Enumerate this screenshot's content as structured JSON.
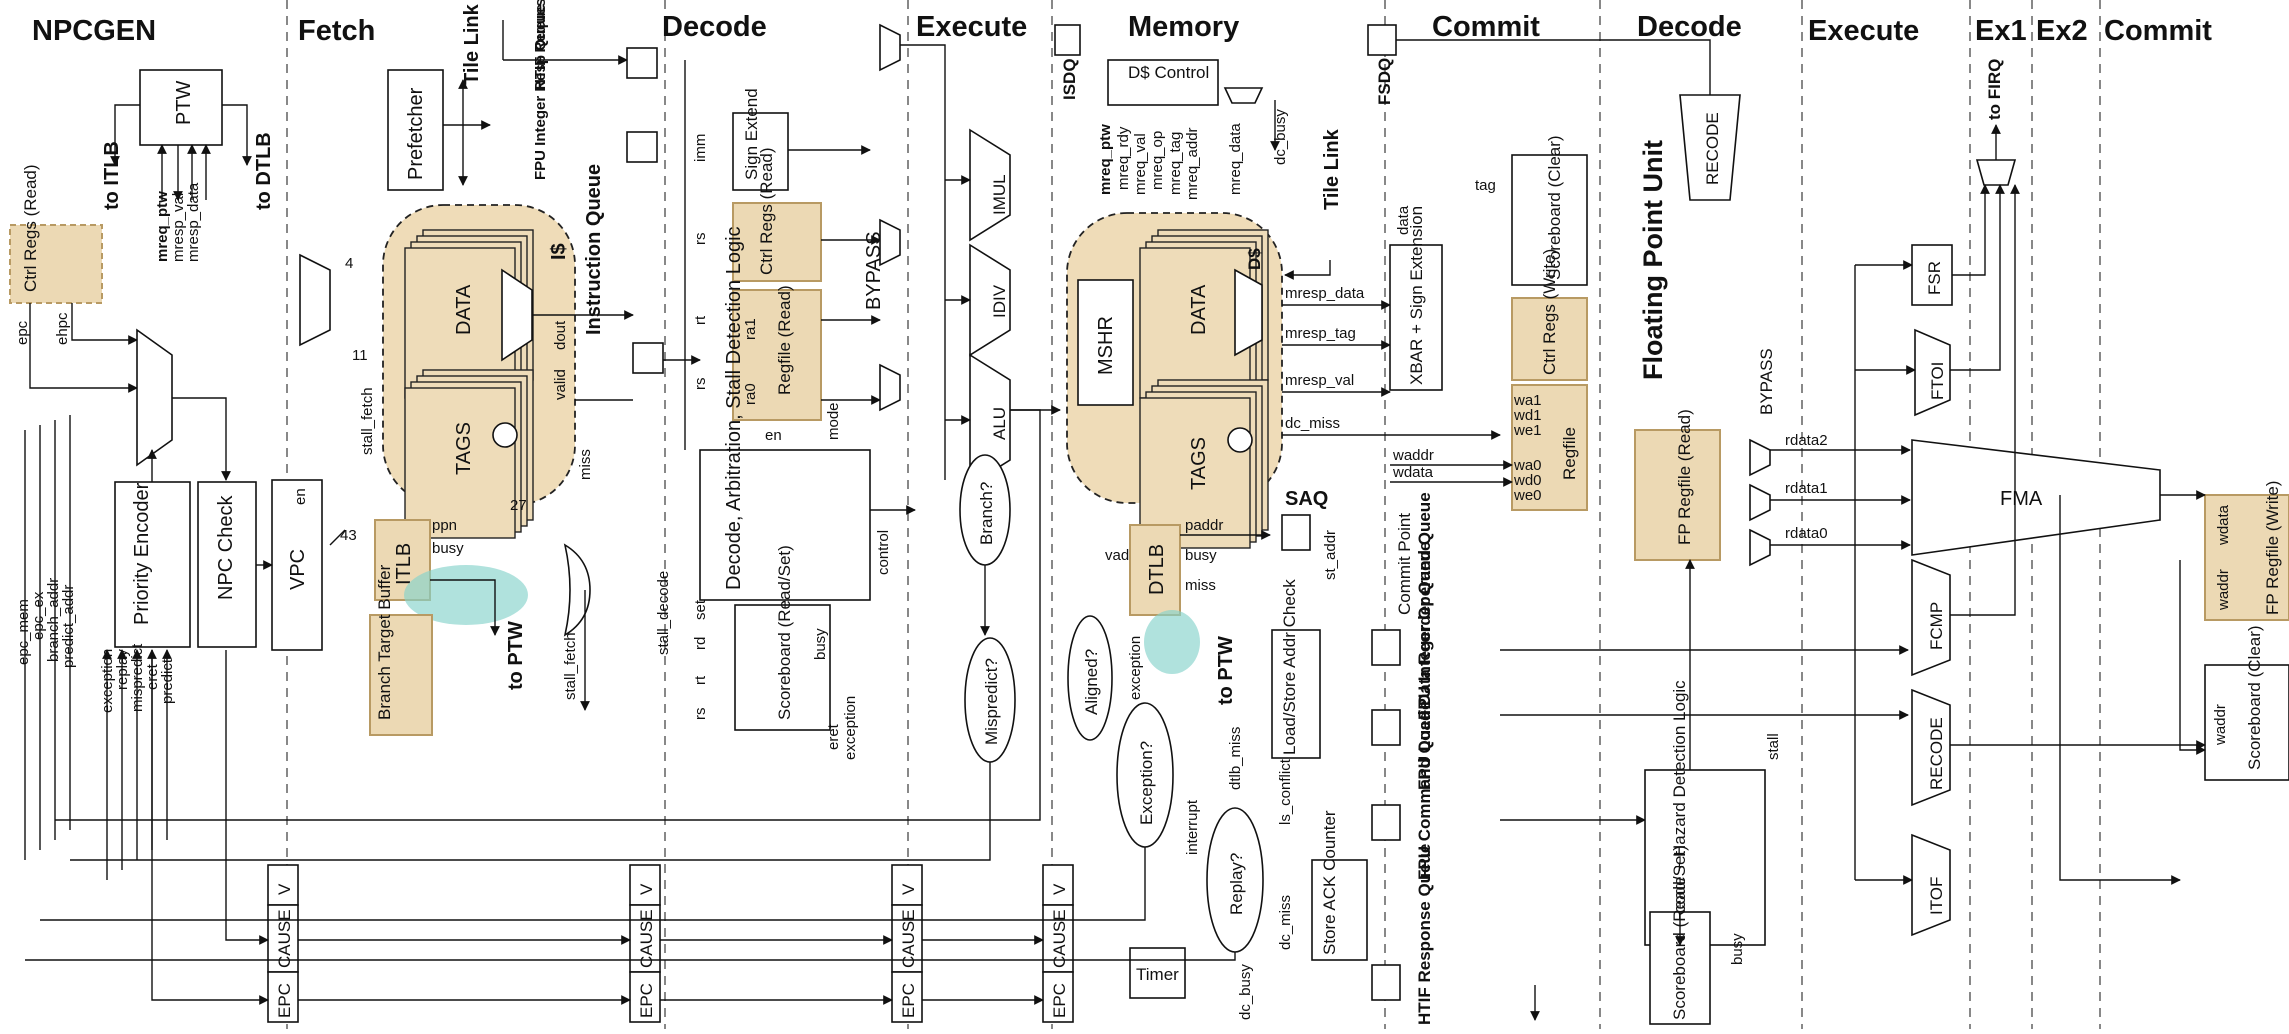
{
  "stages": [
    "NPCGEN",
    "Fetch",
    "Decode",
    "Execute",
    "Memory",
    "Commit",
    "Decode",
    "Execute",
    "Ex1",
    "Ex2",
    "Commit"
  ],
  "units": {
    "ptw": "PTW",
    "to_itlb": "to ITLB",
    "to_dtlb": "to DTLB",
    "mreq_ptw": "mreq_ptw",
    "mresp_val": "mresp_val",
    "mresp_data": "mresp_data",
    "ctrl_regs_read": "Ctrl Regs (Read)",
    "epc": "epc",
    "ehpc": "ehpc",
    "priority_encoder": "Priority Encoder",
    "npc_check": "NPC Check",
    "vpc": "VPC",
    "en": "en",
    "epc_mem": "epc_mem",
    "epc_ex": "epc_ex",
    "branch_addr": "branch_addr",
    "predict_addr": "predict_addr",
    "exception": "exception",
    "replay": "replay",
    "mispredict": "mispredict",
    "eret": "eret",
    "predict": "predict",
    "prefetcher": "Prefetcher",
    "tile_link": "Tile Link",
    "plus4": "4",
    "n11": "11",
    "n43": "43",
    "n27": "27",
    "data": "DATA",
    "tags": "TAGS",
    "icache": "I$",
    "stall_fetch": "stall_fetch",
    "valid": "valid",
    "dout": "dout",
    "miss": "miss",
    "itlb": "ITLB",
    "ppn": "ppn",
    "busy": "busy",
    "to_ptw": "to PTW",
    "btb": "Branch Target Buffer",
    "htif_req": "HTIF Request Queue",
    "fpu_int_resp": "FPU Integer Resp Queue",
    "instr_queue": "Instruction Queue",
    "imm": "imm",
    "rs": "rs",
    "rt": "rt",
    "ra1": "ra1",
    "ra0": "ra0",
    "sign_extend": "Sign Extend",
    "ctrl_regs_read2": "Ctrl Regs (Read)",
    "regfile_read": "Regfile (Read)",
    "mode": "mode",
    "decode_logic": "Decode, Arbitration, Stall Detection Logic",
    "control": "control",
    "stall_decode": "stall_decode",
    "scoreboard_rs": "Scoreboard (Read/Set)",
    "rd": "rd",
    "set": "set",
    "bypass": "BYPASS",
    "imul": "IMUL",
    "idiv": "IDIV",
    "alu": "ALU",
    "branch_q": "Branch?",
    "mispredict_q": "Mispredict?",
    "isdq": "ISDQ",
    "dcache_control": "D$ Control",
    "dc_busy": "dc_busy",
    "mreq_rdy": "mreq_rdy",
    "mreq_val": "mreq_val",
    "mreq_op": "mreq_op",
    "mreq_tag": "mreq_tag",
    "mreq_addr": "mreq_addr",
    "mreq_data": "mreq_data",
    "mshr": "MSHR",
    "dcache": "D$",
    "vaddr": "vaddr",
    "dtlb": "DTLB",
    "paddr": "paddr",
    "aligned_q": "Aligned?",
    "exception_q": "Exception?",
    "replay_q": "Replay?",
    "interrupt": "interrupt",
    "dtlb_miss": "dtlb_miss",
    "ls_conflict": "ls_conflict",
    "dc_miss": "dc_miss",
    "saq": "SAQ",
    "st_addr": "st_addr",
    "ls_addr_check": "Load/Store Addr Check",
    "store_ack": "Store ACK Counter",
    "timer": "Timer",
    "fsdq": "FSDQ",
    "mresp_data2": "mresp_data",
    "mresp_tag": "mresp_tag",
    "mresp_val2": "mresp_val",
    "waddr": "waddr",
    "wdata": "wdata",
    "tag": "tag",
    "data2": "data",
    "xbar": "XBAR + Sign Extension",
    "scoreboard_clear": "Scoreboard (Clear)",
    "ctrl_regs_write": "Ctrl Regs (Write)",
    "regfile": "Regfile",
    "wa1": "wa1",
    "wd1": "wd1",
    "we1": "we1",
    "wa0": "wa0",
    "wd0": "wd0",
    "we0": "we0",
    "commit_point": "Commit Point",
    "fpu_int_operand": "FPU Integer Operand Queue",
    "fpu_load_data": "FPU Load Data Reorder Queue",
    "fpu_command": "FPU Command Queue",
    "htif_response": "HTIF Response Queue",
    "floating_point_unit": "Floating Point Unit",
    "recode": "RECODE",
    "fp_regfile_read": "FP Regfile (Read)",
    "rdata2": "rdata2",
    "rdata1": "rdata1",
    "rdata0": "rdata0",
    "decode_hazard": "Decode + Hazard Detection Logic",
    "stall": "stall",
    "fsr": "FSR",
    "ftoi": "FTOI",
    "fma": "FMA",
    "fcmp": "FCMP",
    "itof": "ITOF",
    "recode2": "RECODE",
    "to_firq": "to FIRQ",
    "fp_regfile_write": "FP Regfile (Write)",
    "fp_waddr": "waddr",
    "fp_wdata": "wdata",
    "fp_scoreboard_clear": "Scoreboard (Clear)",
    "fp_scoreboard_rs": "Scoreboard (Read/Set)",
    "epc_label": "EPC",
    "cause_label": "CAUSE",
    "v_label": "V"
  },
  "colors": {
    "unit_fill": "#ecd9b4",
    "highlight": "#86d3cb"
  }
}
